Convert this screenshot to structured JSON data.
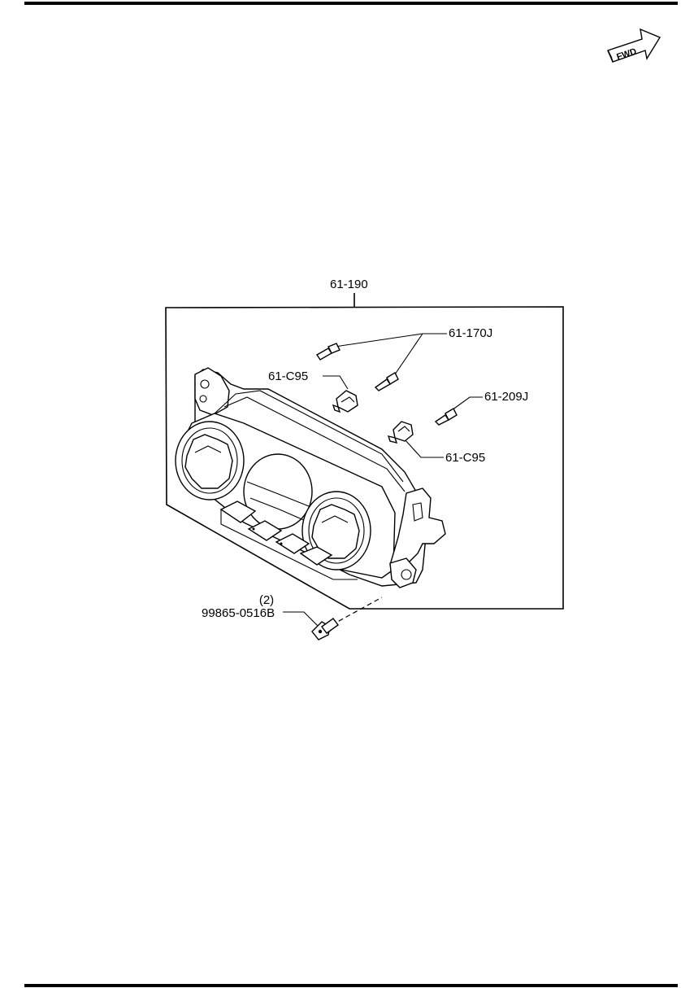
{
  "direction_badge": {
    "label": "FWD"
  },
  "callouts": {
    "assembly": "61-190",
    "screw_a": "61-170J",
    "bulb_socket_left": "61-C95",
    "screw_b": "61-209J",
    "bulb_socket_right": "61-C95",
    "bolt_qty": "(2)",
    "bolt": "99865-0516B"
  },
  "colors": {
    "ink": "#000000",
    "paper": "#ffffff"
  }
}
